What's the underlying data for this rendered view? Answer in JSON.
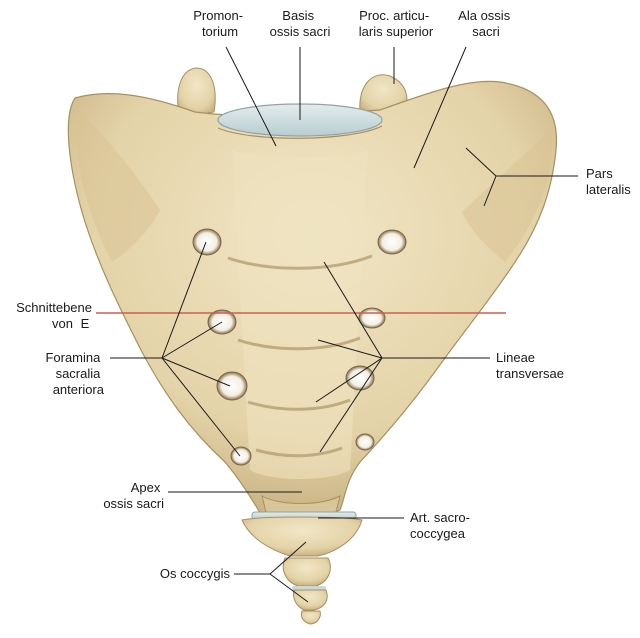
{
  "labels": {
    "promontorium": [
      "Promon-",
      "torium"
    ],
    "basis": [
      "Basis",
      "ossis sacri"
    ],
    "proc_artic": [
      "Proc. articu-",
      "laris superior"
    ],
    "ala": [
      "Ala ossis",
      "sacri"
    ],
    "pars_lateralis": [
      "Pars",
      "lateralis"
    ],
    "schnittebene": [
      "Schnittebene",
      "von"
    ],
    "schnittebene_bold": "E",
    "foramina": [
      "Foramina",
      "sacralia",
      "anteriora"
    ],
    "lineae": [
      "Lineae",
      "transversae"
    ],
    "apex": [
      "Apex",
      "ossis sacri"
    ],
    "art_sacro": [
      "Art. sacro-",
      "coccygea"
    ],
    "os_coccygis": "Os coccygis"
  },
  "colors": {
    "bone": "#e6d7b0",
    "bone_dark": "#bfa77a",
    "bone_light": "#f3e9cc",
    "cartilage": "#cfdfe0",
    "cut_plane": "#c9624f",
    "text": "#1a1a1a"
  }
}
